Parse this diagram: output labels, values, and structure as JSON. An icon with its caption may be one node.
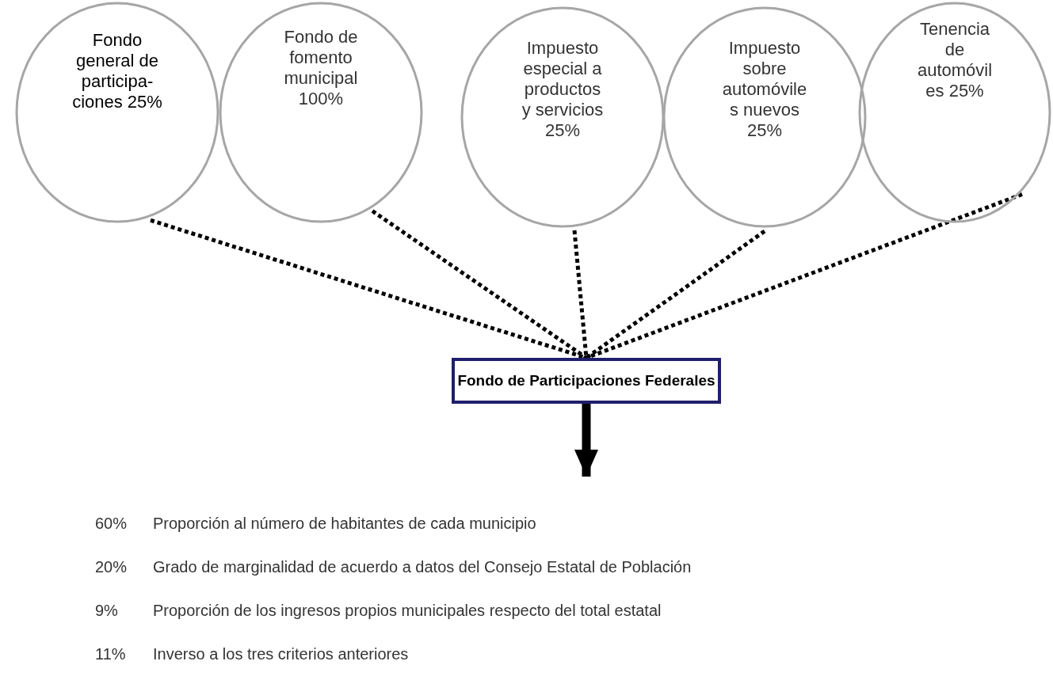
{
  "diagram": {
    "nodes": [
      {
        "text": [
          "Fondo general de participa- ciones 25%"
        ]
      },
      {
        "text": [
          "Fondo de fomento municipal 100%"
        ]
      },
      {
        "text": [
          "Impuesto especial a productos y servicios 25%"
        ]
      },
      {
        "text": [
          "Impuesto sobre automóvile s nuevos 25%"
        ]
      },
      {
        "text": [
          "Tenencia de automóvil es 25%"
        ]
      },
      {
        "text": [
          "Fondo de Participaciones Federales"
        ]
      }
    ],
    "edges": [
      {
        "from": 0,
        "to": 5,
        "arrow": "none",
        "style": "dashed"
      },
      {
        "from": 1,
        "to": 5,
        "arrow": "none",
        "style": "dashed"
      },
      {
        "from": 2,
        "to": 5,
        "arrow": "none",
        "style": "dashed"
      },
      {
        "from": 3,
        "to": 5,
        "arrow": "none",
        "style": "dashed"
      },
      {
        "from": 4,
        "to": 5,
        "arrow": "none",
        "style": "dashed"
      },
      {
        "from": 5,
        "to": null,
        "arrow": "to",
        "style": "thick"
      }
    ],
    "labels": [
      "60%",
      "Proporción al número de habitantes de cada municipio",
      "20%",
      "Grado de marginalidad de acuerdo a datos del Consejo Estatal de Población",
      "9%",
      "Proporción de los ingresos propios municipales respecto del total estatal",
      "11%",
      "Inverso a los tres criterios anteriores"
    ]
  }
}
